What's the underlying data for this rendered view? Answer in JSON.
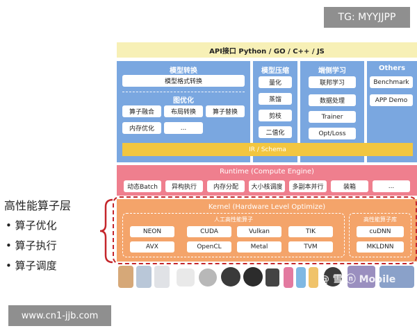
{
  "watermarks": {
    "top": "TG: MYYJJPP",
    "bottom": "www.cn1-jjb.com",
    "logo": "@ 雪 ⓝ Mobile"
  },
  "api_bar": "API接口 Python / GO / C++ / JS",
  "columns": {
    "model_conversion": {
      "title": "模型转换",
      "format_conversion": "模型格式转换",
      "graph_title": "图优化",
      "items": [
        "算子融合",
        "布局转换",
        "算子替换",
        "内存优化",
        "..."
      ]
    },
    "compression": {
      "title": "模型压缩",
      "items": [
        "量化",
        "蒸馏",
        "剪枝",
        "二值化"
      ]
    },
    "federated": {
      "title": "端侧学习",
      "items": [
        "联邦学习",
        "数据处理",
        "Trainer",
        "Opt/Loss"
      ]
    },
    "others": {
      "title": "Others",
      "items": [
        "Benchmark",
        "APP Demo"
      ]
    }
  },
  "ir_bar": "IR / Schema",
  "runtime": {
    "title": "Runtime (Compute Engine)",
    "items": [
      "动态Batch",
      "异构执行",
      "内存分配",
      "大小核调度",
      "多副本并行",
      "装箱",
      "..."
    ]
  },
  "kernel": {
    "title": "Kernel (Hardware Level Optimize)",
    "group1_title": "人工高性能算子",
    "group1_items": [
      "NEON",
      "CUDA",
      "Vulkan",
      "TIK",
      "AVX",
      "OpenCL",
      "Metal",
      "TVM"
    ],
    "group2_title": "高性能算子库",
    "group2_items": [
      "cuDNN",
      "MKLDNN"
    ]
  },
  "side": {
    "title": "高性能算子层",
    "items": [
      "•  算子优化",
      "•  算子执行",
      "•  算子调度"
    ]
  },
  "colors": {
    "api": "#f7f0b6",
    "blue": "#7aa7e0",
    "ir": "#f2c640",
    "runtime": "#ef7f8e",
    "kernel": "#f4a46a",
    "frame": "#c4262b"
  }
}
